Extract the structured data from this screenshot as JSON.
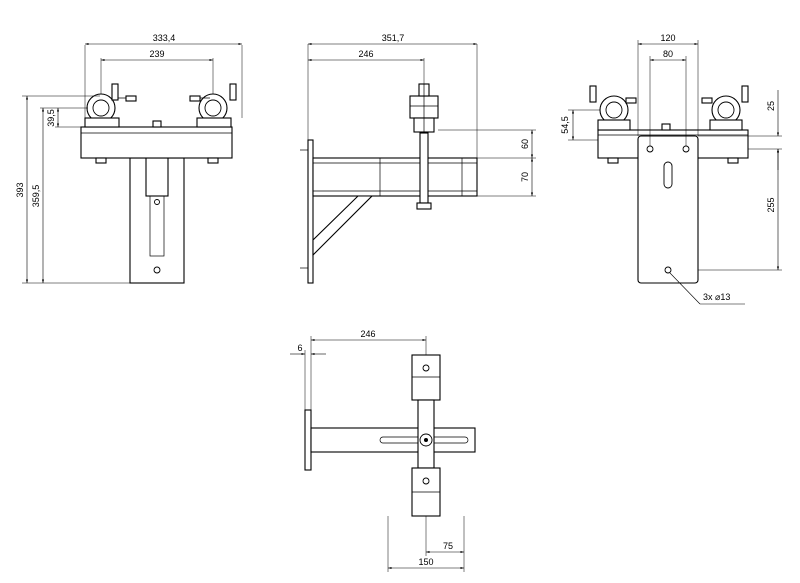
{
  "drawing": {
    "front_view": {
      "overall_width": "333,4",
      "clamp_spacing": "239",
      "overall_height": "393",
      "bracket_height": "359,5",
      "clamp_offset": "39,5"
    },
    "side_view": {
      "overall_depth": "351,7",
      "arm_length": "246",
      "clamp_height": "60",
      "arm_height": "70"
    },
    "rear_view": {
      "plate_width": "120",
      "slot_spacing": "80",
      "top_offset": "25",
      "clamp_offset": "54,5",
      "plate_height": "255",
      "hole_callout": "3x ⌀13"
    },
    "top_view": {
      "arm_length": "246",
      "plate_thickness": "6",
      "clamp_width": "150",
      "clamp_half_width": "75"
    }
  }
}
